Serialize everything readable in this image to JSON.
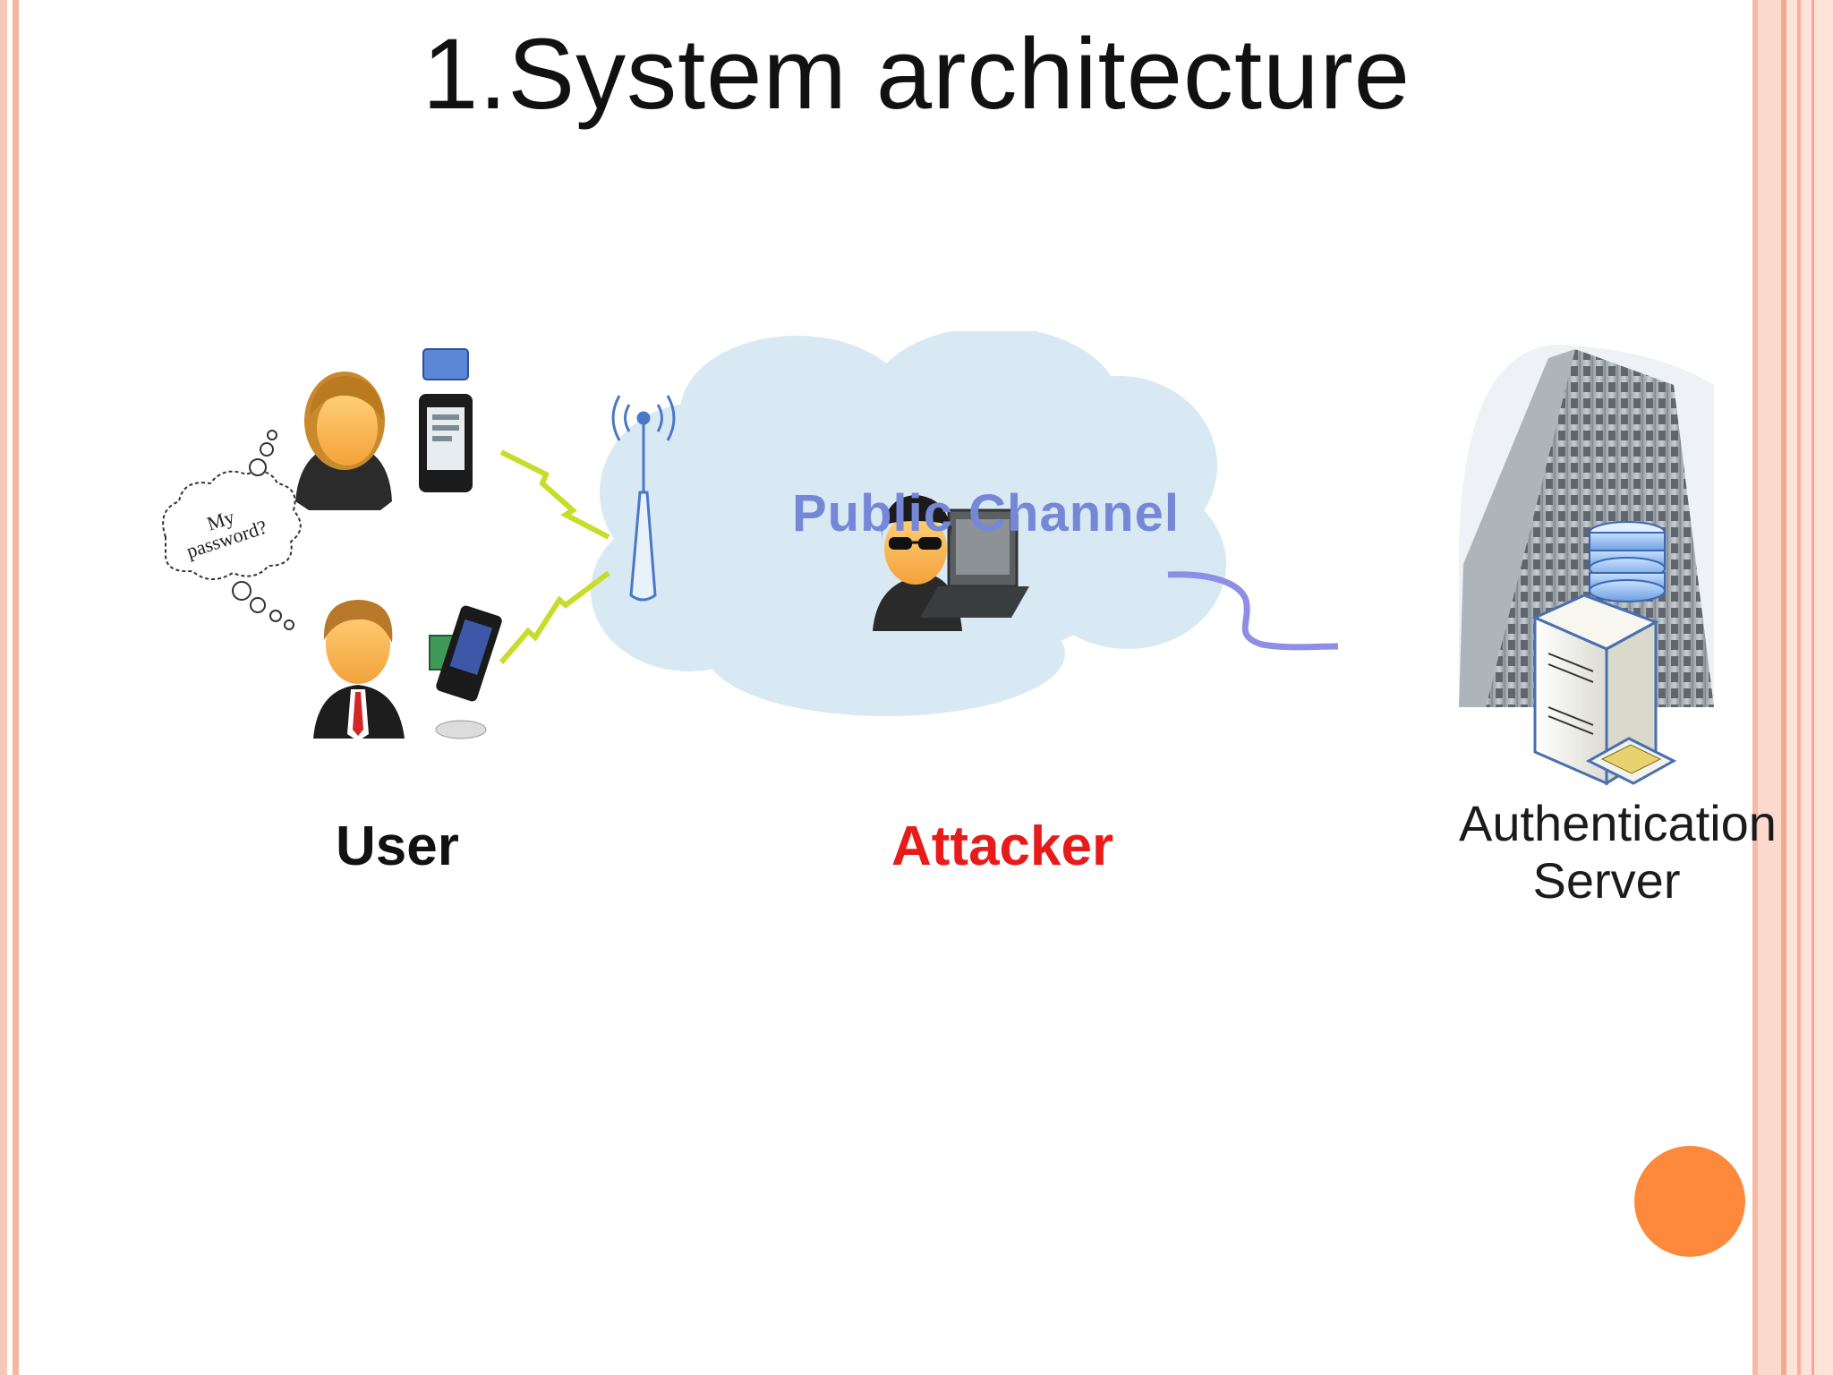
{
  "slide": {
    "title": "1.System architecture"
  },
  "diagram": {
    "user_label": "User",
    "attacker_label": "Attacker",
    "channel_label": "Public  Channel",
    "server_label": "Authentication Server",
    "thought_bubble": "My password?"
  },
  "colors": {
    "frame": "#f5b6a3",
    "channel_text": "#7787d8",
    "attacker_text": "#e81b1b",
    "cloud": "#d8e9f3",
    "accent_dot": "#fd8a3c"
  }
}
